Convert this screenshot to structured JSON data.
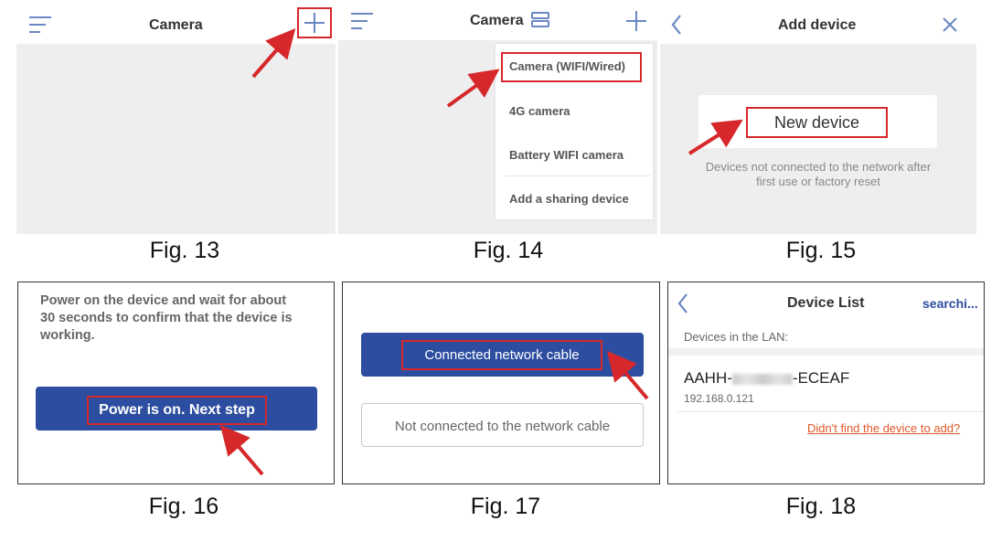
{
  "fig13": {
    "title": "Camera",
    "caption": "Fig. 13"
  },
  "fig14": {
    "title": "Camera",
    "caption": "Fig. 14",
    "menu": [
      "Camera (WIFI/Wired)",
      "4G camera",
      "Battery WIFI camera",
      "Add a sharing device"
    ]
  },
  "fig15": {
    "title": "Add device",
    "caption": "Fig. 15",
    "new_device": "New device",
    "note_line1": "Devices not connected to the network after",
    "note_line2": "first use or factory reset"
  },
  "fig16": {
    "caption": "Fig. 16",
    "text_line1": "Power on the device and wait for about",
    "text_line2": "30 seconds to confirm that the device is",
    "text_line3": "working.",
    "button": "Power is on. Next step"
  },
  "fig17": {
    "caption": "Fig. 17",
    "connected": "Connected network cable",
    "not_connected": "Not connected to the network cable"
  },
  "fig18": {
    "caption": "Fig. 18",
    "title": "Device List",
    "status": "searchi...",
    "section": "Devices in the LAN:",
    "device_prefix": "AAHH-",
    "device_suffix": "-ECEAF",
    "device_ip": "192.168.0.121",
    "not_found": "Didn't find the device to add?"
  },
  "colors": {
    "accent_blue": "#2d4ea0",
    "highlight_red": "#d6282b",
    "link_orange": "#e05a2b"
  },
  "icons": [
    "menu-icon",
    "plus-icon",
    "back-icon",
    "close-icon",
    "chevron-back-icon",
    "switch-icon",
    "arrow-pointer"
  ]
}
